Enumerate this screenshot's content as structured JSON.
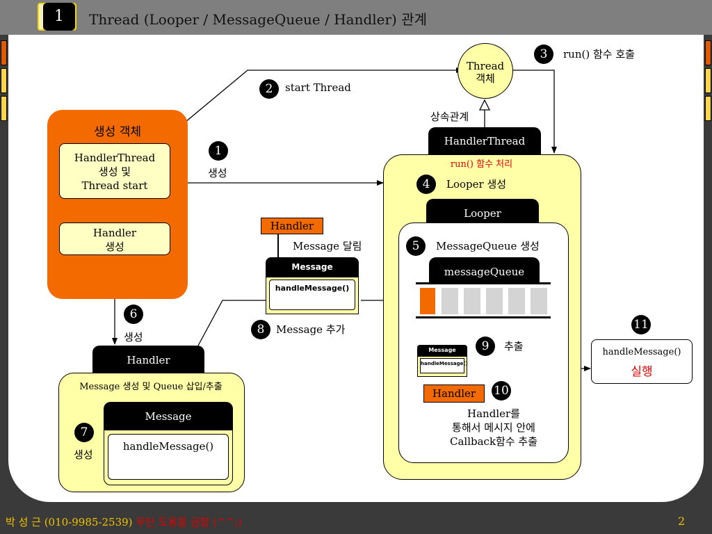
{
  "header": {
    "slide_number": "1",
    "title": "Thread (Looper / MessageQueue / Handler) 관계"
  },
  "footer": {
    "author": "박 성 근 (010-9985-2539)",
    "notice": "무단 도용을 금함 (^^;)",
    "page": "2"
  },
  "creation": {
    "title": "생성 객체",
    "handler_thread_box": [
      "HandlerThread",
      "생성 및",
      "Thread start"
    ],
    "handler_box": [
      "Handler",
      "생성"
    ]
  },
  "thread_object": [
    "Thread",
    "객체"
  ],
  "steps": {
    "s1": {
      "num": "1",
      "label": "생성"
    },
    "s2": {
      "num": "2",
      "label": "start Thread"
    },
    "s3": {
      "num": "3",
      "label": "run() 함수 호출"
    },
    "s4": {
      "num": "4",
      "label": "Looper 생성"
    },
    "s5": {
      "num": "5",
      "label": "MessageQueue 생성"
    },
    "s6": {
      "num": "6",
      "label": "생성"
    },
    "s7": {
      "num": "7",
      "label": "생성"
    },
    "s8": {
      "num": "8",
      "label": "Message 추가"
    },
    "s9": {
      "num": "9",
      "label": "추출"
    },
    "s10": {
      "num": "10",
      "label": [
        "Handler를",
        "통해서 메시지 안에",
        "Callback함수 추출"
      ]
    },
    "s11": {
      "num": "11"
    }
  },
  "inheritance_label": "상속관계",
  "handler_thread": {
    "tab": "HandlerThread",
    "sub": "run() 함수 처리"
  },
  "looper": {
    "tab": "Looper"
  },
  "message_queue": {
    "tab": "messageQueue"
  },
  "floating_message": {
    "handler": "Handler",
    "attach_label": "Message 달림",
    "header": "Message",
    "method": "handleMessage()"
  },
  "small_message": {
    "header": "Message",
    "method": "handleMessage()",
    "handler": "Handler"
  },
  "handler_panel": {
    "tab": "Handler",
    "caption": "Message 생성 및 Queue 삽입/추출",
    "message_tab": "Message",
    "method": "handleMessage()"
  },
  "result_box": {
    "method": "handleMessage()",
    "status": "실행"
  },
  "colors": {
    "orange": "#f26a00",
    "pale_yellow": "#ffffa8",
    "red_text": "#e00000",
    "gold": "#f2c200"
  }
}
